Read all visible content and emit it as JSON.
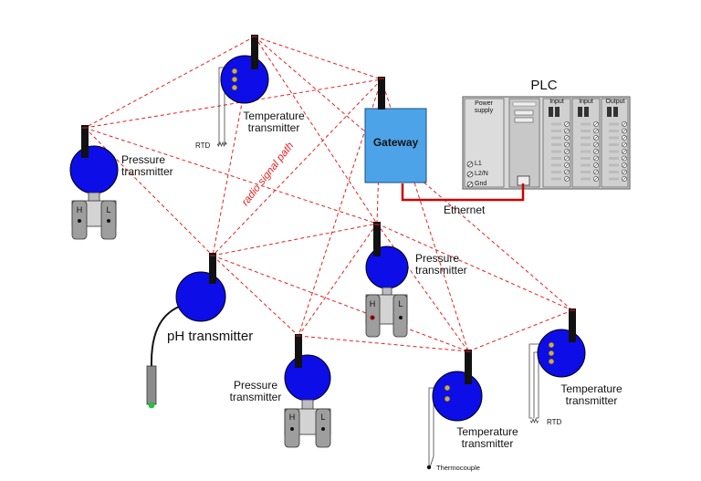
{
  "diagram": {
    "plc": {
      "title": "PLC",
      "power_supply_label": "Power supply",
      "terminals": [
        "L1",
        "L2/N",
        "Gnd"
      ],
      "module_labels": [
        "Input",
        "Input",
        "Output"
      ]
    },
    "gateway": {
      "label": "Gateway"
    },
    "ethernet_label": "Ethernet",
    "radio_path_label": "radio signal path",
    "devices": {
      "temp_top": {
        "label": "Temperature\ntransmitter",
        "sensor_label": "RTD"
      },
      "pressure_left": {
        "label": "Pressure\ntransmitter",
        "ports": [
          "H",
          "L"
        ]
      },
      "pressure_center": {
        "label": "Pressure\ntransmitter",
        "ports": [
          "H",
          "L"
        ]
      },
      "ph": {
        "label": "pH transmitter"
      },
      "pressure_bottom": {
        "label": "Pressure\ntransmitter",
        "ports": [
          "H",
          "L"
        ]
      },
      "temp_bottom": {
        "label": "Temperature\ntransmitter",
        "sensor_label": "Thermocouple"
      },
      "temp_right": {
        "label": "Temperature\ntransmitter",
        "sensor_label": "RTD"
      }
    },
    "colors": {
      "transmitter_blue": "#0d0de8",
      "gateway_blue": "#4da3e8",
      "radio_red": "#e82020",
      "ethernet_red": "#cc0000",
      "plc_gray": "#d8d8d8"
    }
  }
}
